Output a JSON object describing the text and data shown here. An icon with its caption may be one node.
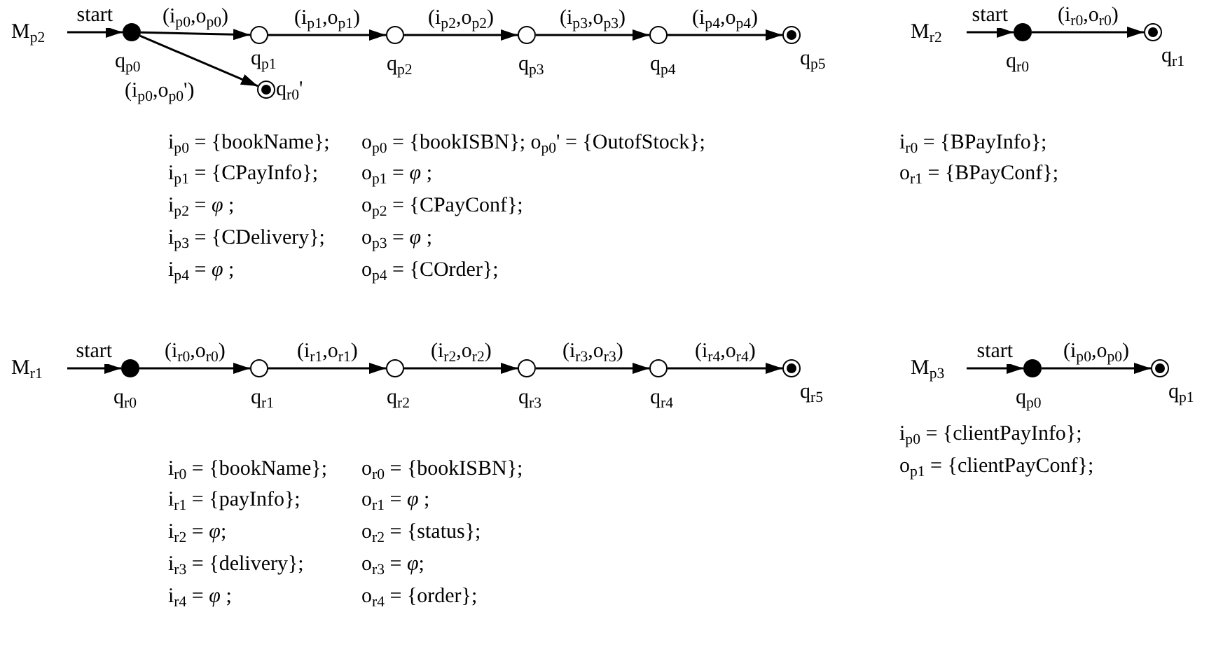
{
  "diagram": {
    "nodes": [
      {
        "text": [],
        "shape": "disc",
        "beside": [
          "q$_{p0}$"
        ]
      },
      {
        "text": [],
        "shape": "circle",
        "beside": [
          "q$_{p1}$"
        ]
      },
      {
        "text": [],
        "shape": "circle",
        "beside": [
          "q$_{p2}$"
        ]
      },
      {
        "text": [],
        "shape": "circle",
        "beside": [
          "q$_{p3}$"
        ]
      },
      {
        "text": [],
        "shape": "circle",
        "beside": [
          "q$_{p4}$"
        ]
      },
      {
        "text": [],
        "shape": "bullseye",
        "beside": [
          "q$_{p5}$"
        ]
      },
      {
        "text": [],
        "shape": "bullseye",
        "beside": [
          "q$_{r0}$'"
        ]
      },
      {
        "text": [],
        "shape": "disc",
        "beside": [
          "q$_{r0}$"
        ]
      },
      {
        "text": [],
        "shape": "bullseye",
        "beside": [
          "q$_{r1}$"
        ]
      },
      {
        "text": [],
        "shape": "disc",
        "beside": [
          "q$_{r0}$"
        ]
      },
      {
        "text": [],
        "shape": "circle",
        "beside": [
          "q$_{r1}$"
        ]
      },
      {
        "text": [],
        "shape": "circle",
        "beside": [
          "q$_{r2}$"
        ]
      },
      {
        "text": [],
        "shape": "circle",
        "beside": [
          "q$_{r3}$"
        ]
      },
      {
        "text": [],
        "shape": "circle",
        "beside": [
          "q$_{r4}$"
        ]
      },
      {
        "text": [],
        "shape": "bullseye",
        "beside": [
          "q$_{r5}$"
        ]
      },
      {
        "text": [],
        "shape": "disc",
        "beside": [
          "q$_{p0}$"
        ]
      },
      {
        "text": [],
        "shape": "bullseye",
        "beside": [
          "q$_{p1}$"
        ]
      }
    ],
    "edges": [
      {
        "from": null,
        "to": 0,
        "arrow": "to",
        "label": "start"
      },
      {
        "from": 0,
        "to": 1,
        "arrow": "to",
        "label": "(i$_{p0}$,o$_{p0}$)"
      },
      {
        "from": 1,
        "to": 2,
        "arrow": "to",
        "label": "(i$_{p1}$,o$_{p1}$)"
      },
      {
        "from": 2,
        "to": 3,
        "arrow": "to",
        "label": "(i$_{p2}$,o$_{p2}$)"
      },
      {
        "from": 3,
        "to": 4,
        "arrow": "to",
        "label": "(i$_{p3}$,o$_{p3}$)"
      },
      {
        "from": 4,
        "to": 5,
        "arrow": "to",
        "label": "(i$_{p4}$,o$_{p4}$)"
      },
      {
        "from": 0,
        "to": 6,
        "arrow": "to",
        "label": "(i$_{p0}$,o$_{p0}$')"
      },
      {
        "from": null,
        "to": 7,
        "arrow": "to",
        "label": "start"
      },
      {
        "from": 7,
        "to": 8,
        "arrow": "to",
        "label": "(i$_{r0}$,o$_{r0}$)"
      },
      {
        "from": null,
        "to": 9,
        "arrow": "to",
        "label": "start"
      },
      {
        "from": 9,
        "to": 10,
        "arrow": "to",
        "label": "(i$_{r0}$,o$_{r0}$)"
      },
      {
        "from": 10,
        "to": 11,
        "arrow": "to",
        "label": "(i$_{r1}$,o$_{r1}$)"
      },
      {
        "from": 11,
        "to": 12,
        "arrow": "to",
        "label": "(i$_{r2}$,o$_{r2}$)"
      },
      {
        "from": 12,
        "to": 13,
        "arrow": "to",
        "label": "(i$_{r3}$,o$_{r3}$)"
      },
      {
        "from": 13,
        "to": 14,
        "arrow": "to",
        "label": "(i$_{r4}$,o$_{r4}$)"
      },
      {
        "from": null,
        "to": 15,
        "arrow": "to",
        "label": "start"
      },
      {
        "from": 15,
        "to": 16,
        "arrow": "to",
        "label": "(i$_{p0}$,o$_{p0}$)"
      }
    ],
    "labels": [
      "M$_{p2}$",
      "i$_{p0}$ = {bookName};",
      "o$_{p0}$ = {bookISBN}; o$_{p0}$' = {OutofStock};",
      "i$_{p1}$ = {CPayInfo};",
      "o$_{p1}$ = *φ* ;",
      "i$_{p2}$ = *φ* ;",
      "o$_{p2}$ = {CPayConf};",
      "i$_{p3}$ = {CDelivery};",
      "o$_{p3}$ = *φ* ;",
      "i$_{p4}$ = *φ* ;",
      "o$_{p4}$ = {COrder};",
      "M$_{r2}$",
      "i$_{r0}$ = {BPayInfo};",
      "o$_{r1}$ = {BPayConf};",
      "M$_{r1}$",
      "i$_{r0}$ = {bookName};",
      "o$_{r0}$ = {bookISBN};",
      "i$_{r1}$ = {payInfo};",
      "o$_{r1}$ = *φ* ;",
      "i$_{r2}$ = *φ*;",
      "o$_{r2}$ = {status};",
      "i$_{r3}$ = {delivery};",
      "o$_{r3}$ = *φ*;",
      "i$_{r4}$ = *φ* ;",
      "o$_{r4}$ = {order};",
      "M$_{p3}$",
      "i$_{p0}$ = {clientPayInfo};",
      "o$_{p1}$ = {clientPayConf};"
    ]
  }
}
